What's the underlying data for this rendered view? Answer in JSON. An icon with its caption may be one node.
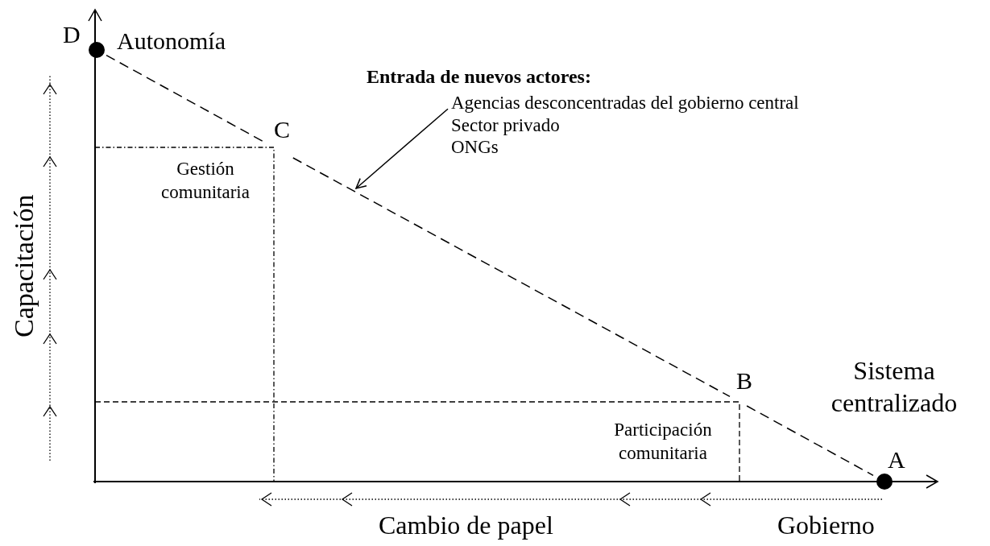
{
  "diagram": {
    "nodes": [
      {
        "text": [
          "D"
        ],
        "beside": [
          "Autonomía"
        ]
      },
      {
        "text": [
          "C"
        ]
      },
      {
        "text": [
          "B"
        ]
      },
      {
        "text": [
          "A"
        ]
      },
      {
        "text": [
          "Agencias desconcentradas del gobierno central",
          "Sector privado",
          "ONGs"
        ]
      }
    ],
    "edges": [
      {
        "from": 0,
        "to": 1,
        "arrow": "none",
        "style": "dashed"
      },
      {
        "from": 1,
        "to": 2,
        "arrow": "none",
        "style": "dashed"
      },
      {
        "from": 2,
        "to": 3,
        "arrow": "none",
        "style": "dashed"
      },
      {
        "from": 4,
        "to": null,
        "arrow": "to"
      }
    ],
    "labels": [
      "Entrada de nuevos actores:",
      "Gestión comunitaria",
      "Sistema centralizado",
      "Capacitación",
      "Participación comunitaria",
      "Cambio de papel",
      "Gobierno"
    ]
  }
}
